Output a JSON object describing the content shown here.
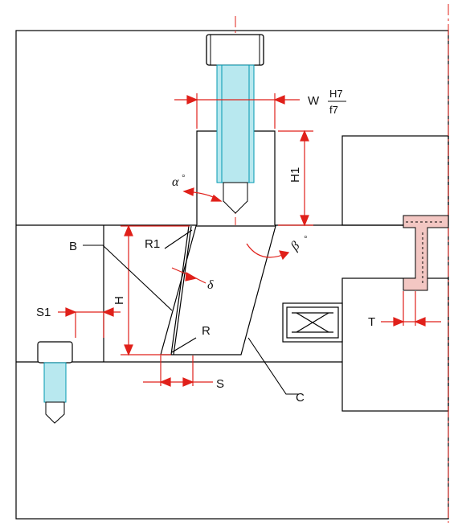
{
  "colors": {
    "outline": "#000000",
    "dimension": "#e0201a",
    "screw_fill": "#b8e8ef",
    "screw_stroke": "#0098b0",
    "centerline": "#e0201a",
    "seal_fill": "#f3c7c3"
  },
  "labels": {
    "width_symbol": "W",
    "fit_top": "H7",
    "fit_bottom": "f7",
    "height1": "H1",
    "height": "H",
    "alpha": "α",
    "alpha_mark": "°",
    "beta_marker": "β",
    "beta_mark": "°",
    "delta": "δ",
    "r1": "R1",
    "b": "B",
    "s1": "S1",
    "r": "R",
    "s": "S",
    "c": "C",
    "t": "T"
  },
  "icons": [
    "cap-screw-icon",
    "small-screw-icon",
    "seal-icon",
    "angle-arrow-icon"
  ]
}
